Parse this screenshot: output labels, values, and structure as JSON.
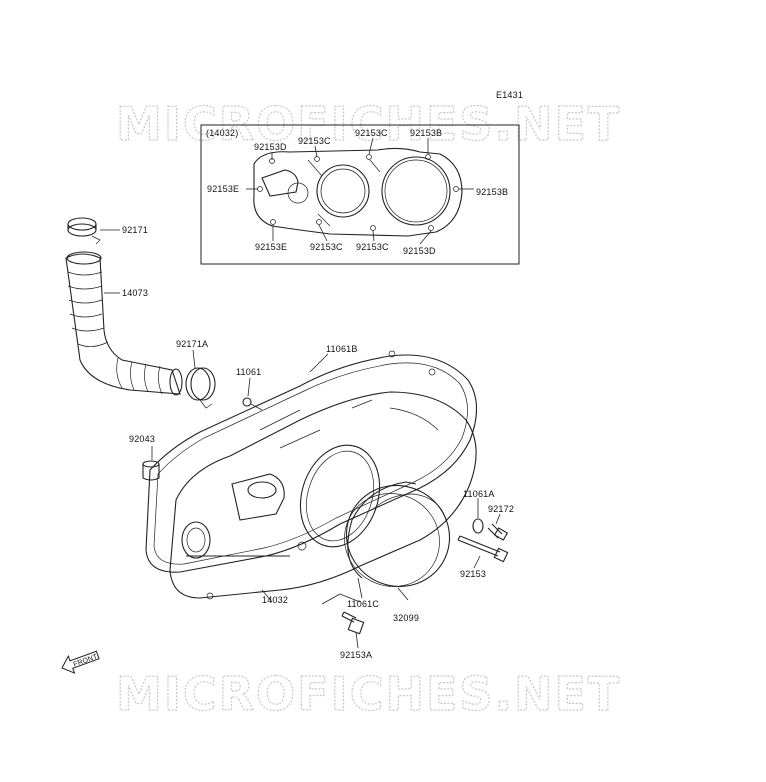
{
  "diagram_code": "E1431",
  "watermark": "MICROFICHES.NET",
  "front_label": "FRONT",
  "inset_group": "(14032)",
  "callouts": {
    "inset_92153d_top": "92153D",
    "inset_92153c_top_left": "92153C",
    "inset_92153c_top_right": "92153C",
    "inset_92153b_top": "92153B",
    "inset_92153e_left": "92153E",
    "inset_92153b_right": "92153B",
    "inset_92153e_bottom": "92153E",
    "inset_92153c_bottom_left": "92153C",
    "inset_92153c_bottom_right": "92153C",
    "inset_92153d_bottom": "92153D",
    "clamp_92171": "92171",
    "duct_14073": "14073",
    "clamp_92171a": "92171A",
    "gasket_11061b": "11061B",
    "oring_11061": "11061",
    "collar_92043": "92043",
    "oring_11061a": "11061A",
    "washer_92172": "92172",
    "bolt_92153": "92153",
    "cover_14032": "14032",
    "oring_11061c": "11061C",
    "cap_32099": "32099",
    "bolt_92153a": "92153A"
  }
}
